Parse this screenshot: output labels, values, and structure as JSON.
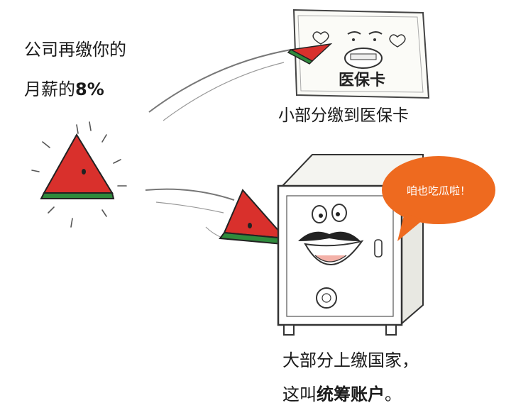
{
  "left_caption": {
    "line1": "公司再缴你的",
    "line2_prefix": "月薪的",
    "line2_bold": "8%"
  },
  "card": {
    "label": "医保卡",
    "caption": "小部分缴到医保卡"
  },
  "safe": {
    "speech": "咱也吃瓜啦！"
  },
  "bottom_caption": {
    "line1": "大部分上缴国家，",
    "line2_prefix": "这叫",
    "line2_bold": "统筹账户",
    "line2_suffix": "。"
  },
  "colors": {
    "melon_red": "#d9302c",
    "melon_green": "#2f8a3c",
    "bubble_orange": "#ee6a1f"
  }
}
